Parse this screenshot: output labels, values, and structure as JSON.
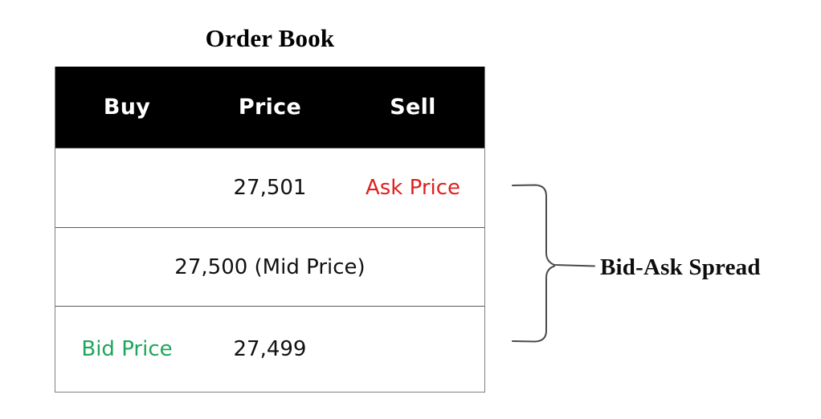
{
  "figure": {
    "title": "Order Book"
  },
  "table": {
    "columns": [
      "Buy",
      "Price",
      "Sell"
    ],
    "rows": [
      {
        "id": "ask",
        "type": "standard",
        "buy": "",
        "price": "27,501",
        "sell": "Ask Price",
        "sell_color": "#e01f1f"
      },
      {
        "id": "mid",
        "type": "merged",
        "text": "27,500 (Mid Price)"
      },
      {
        "id": "bid",
        "type": "standard",
        "buy": "Bid Price",
        "buy_color": "#1fa65a",
        "price": "27,499",
        "sell": ""
      }
    ]
  },
  "annotation": {
    "brace_label": "Bid-Ask Spread",
    "brace_icon": "curly-brace-right-icon"
  },
  "colors": {
    "header_background": "#000000",
    "header_text": "#ffffff",
    "ask": "#e01f1f",
    "bid": "#1fa65a",
    "body_text": "#111111",
    "border": "#5a5a5a",
    "page_background": "#ffffff"
  }
}
